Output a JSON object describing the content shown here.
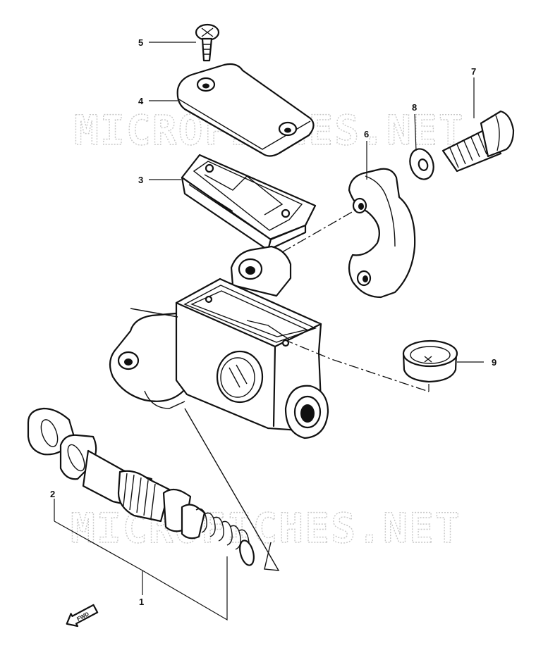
{
  "watermark": "MICROFICHES.NET",
  "fwd_label": "FWD",
  "callouts": [
    {
      "id": "1",
      "label": "1"
    },
    {
      "id": "2",
      "label": "2"
    },
    {
      "id": "3",
      "label": "3"
    },
    {
      "id": "4",
      "label": "4"
    },
    {
      "id": "5",
      "label": "5"
    },
    {
      "id": "6",
      "label": "6"
    },
    {
      "id": "7",
      "label": "7"
    },
    {
      "id": "8",
      "label": "8"
    },
    {
      "id": "9",
      "label": "9"
    }
  ]
}
